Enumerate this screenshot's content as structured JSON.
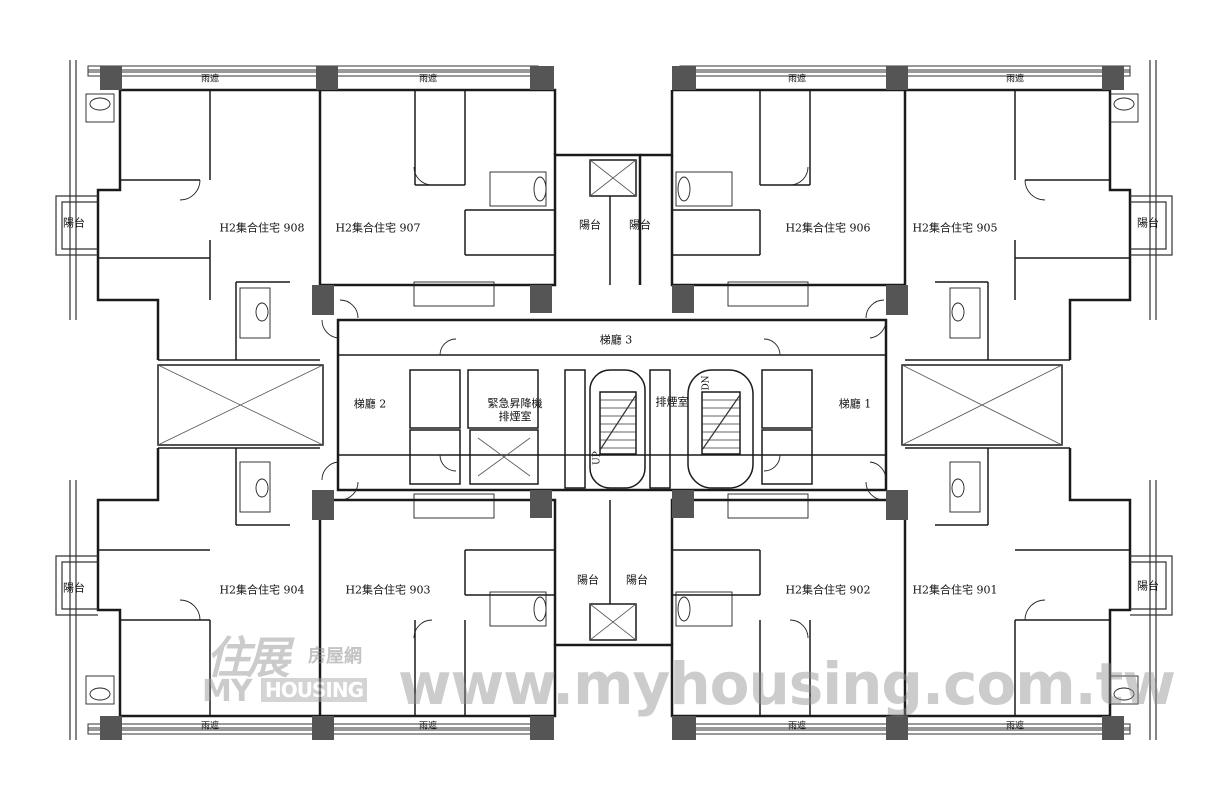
{
  "units": {
    "u901": "H2集合住宅 901",
    "u902": "H2集合住宅 902",
    "u903": "H2集合住宅 903",
    "u904": "H2集合住宅 904",
    "u905": "H2集合住宅 905",
    "u906": "H2集合住宅 906",
    "u907": "H2集合住宅 907",
    "u908": "H2集合住宅 908"
  },
  "lobbies": {
    "lobby1": "梯廳 1",
    "lobby2": "梯廳 2",
    "lobby3": "梯廳 3"
  },
  "rooms": {
    "emergency_line1": "緊急昇降機",
    "emergency_line2": "排煙室",
    "smoke_room": "排煙室",
    "balcony": "陽台",
    "canopy": "雨遮",
    "stair_up": "UP",
    "stair_dn": "DN"
  },
  "watermark": {
    "logo_brush": "住展",
    "logo_sub": "房屋網",
    "logo_my": "MY",
    "logo_housing": "HOUSING",
    "url": "www.myhousing.com.tw"
  },
  "colors": {
    "wall": "#1a1a1a",
    "column": "#555555",
    "background": "#ffffff"
  }
}
